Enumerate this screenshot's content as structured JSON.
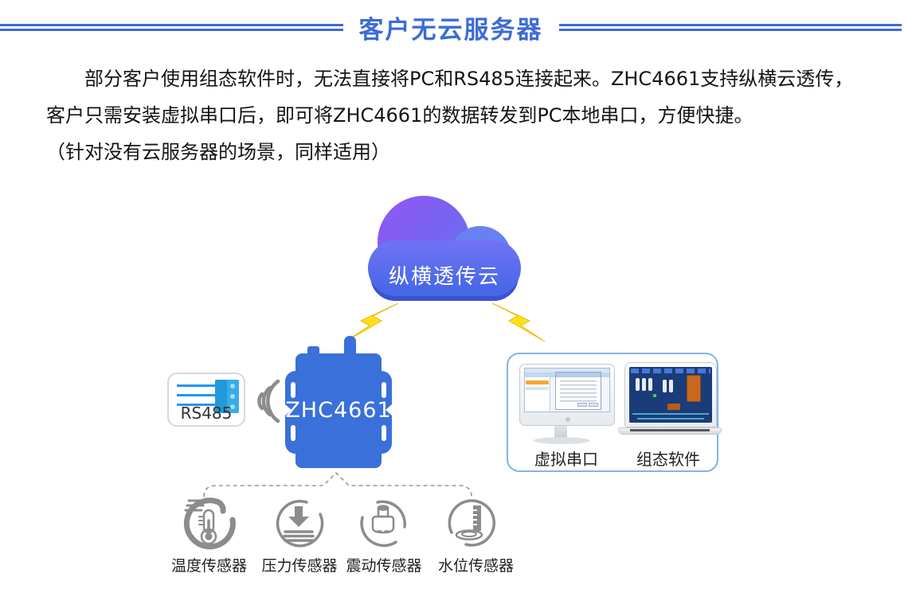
{
  "page": {
    "title": "客户无云服务器"
  },
  "intro": {
    "main": "部分客户使用组态软件时，无法直接将PC和RS485连接起来。ZHC4661支持纵横云透传，客户只需安装虚拟串口后，即可将ZHC4661的数据转发到PC本地串口，方便快捷。",
    "note": "（针对没有云服务器的场景，同样适用）"
  },
  "diagram": {
    "cloud_label": "纵横透传云",
    "device_label": "ZHC4661",
    "rs485_label": "RS485",
    "pc_panel": {
      "monitor_label": "虚拟串口",
      "laptop_label": "组态软件"
    },
    "sensors": [
      {
        "icon": "temperature-sensor-icon",
        "label": "温度传感器"
      },
      {
        "icon": "pressure-sensor-icon",
        "label": "压力传感器"
      },
      {
        "icon": "vibration-sensor-icon",
        "label": "震动传感器"
      },
      {
        "icon": "water-level-sensor-icon",
        "label": "水位传感器"
      }
    ],
    "colors": {
      "title_blue": "#3D6BD5",
      "device_blue": "#3A70D9",
      "cloud_purple": "#9257F2",
      "cloud_blue": "#4968E8",
      "lightning_yellow": "#FFE11A",
      "connector_blue": "#2199DB",
      "panel_border_blue": "#82B4E8",
      "sensor_gray": "#8C8C8C"
    }
  }
}
